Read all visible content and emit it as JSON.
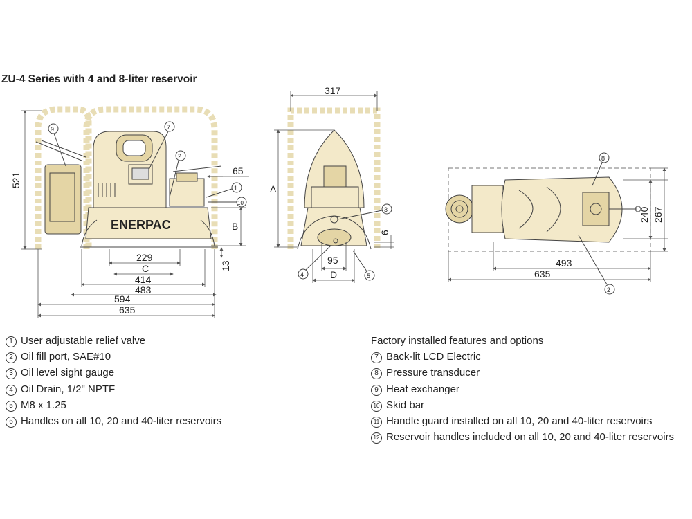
{
  "title": "ZU-4 Series with 4 and 8-liter reservoir",
  "brand": "ENERPAC",
  "colors": {
    "body": "#f3e9c9",
    "outline": "#e8ddb5",
    "line": "#444444"
  },
  "side_view": {
    "dims": {
      "height_521": "521",
      "d65": "65",
      "B": "B",
      "d13": "13",
      "d229": "229",
      "C": "C",
      "d414": "414",
      "d483": "483",
      "d594": "594",
      "d635": "635"
    },
    "callouts": [
      "①",
      "②",
      "⑦",
      "⑨",
      "⑩"
    ]
  },
  "front_view": {
    "dims": {
      "d317": "317",
      "A": "A",
      "d6": "6",
      "d95": "95",
      "D": "D"
    },
    "callouts": [
      "③",
      "④",
      "⑤"
    ]
  },
  "top_view": {
    "dims": {
      "d240": "240",
      "d267": "267",
      "d493": "493",
      "d635": "635"
    },
    "callouts": [
      "②",
      "⑧"
    ]
  },
  "legend_left": [
    {
      "num": "①",
      "text": "User adjustable relief valve"
    },
    {
      "num": "②",
      "text": "Oil fill port, SAE#10"
    },
    {
      "num": "③",
      "text": "Oil level sight gauge"
    },
    {
      "num": "④",
      "text": "Oil Drain, 1/2\" NPTF"
    },
    {
      "num": "⑤",
      "text": "M8 x 1.25"
    },
    {
      "num": "⑥",
      "text": "Handles on all 10, 20 and 40-liter reservoirs"
    }
  ],
  "legend_right": {
    "heading": "Factory installed features and options",
    "items": [
      {
        "num": "⑦",
        "text": "Back-lit LCD Electric"
      },
      {
        "num": "⑧",
        "text": "Pressure transducer"
      },
      {
        "num": "⑨",
        "text": "Heat exchanger"
      },
      {
        "num": "⑩",
        "text": "Skid bar"
      },
      {
        "num": "⑪",
        "text": "Handle guard installed on all 10, 20 and 40-liter reservoirs"
      },
      {
        "num": "⑫",
        "text": "Reservoir handles included on all 10, 20 and 40-liter reservoirs"
      }
    ]
  }
}
